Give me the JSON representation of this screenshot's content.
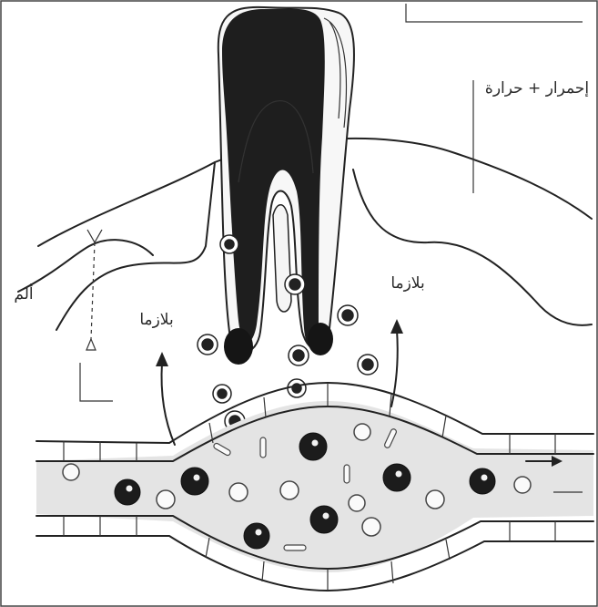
{
  "labels": {
    "redness_heat": "إحمرار + حرارة",
    "pain": "ألم",
    "plasma_left": "بلازما",
    "plasma_right": "بلازما"
  }
}
